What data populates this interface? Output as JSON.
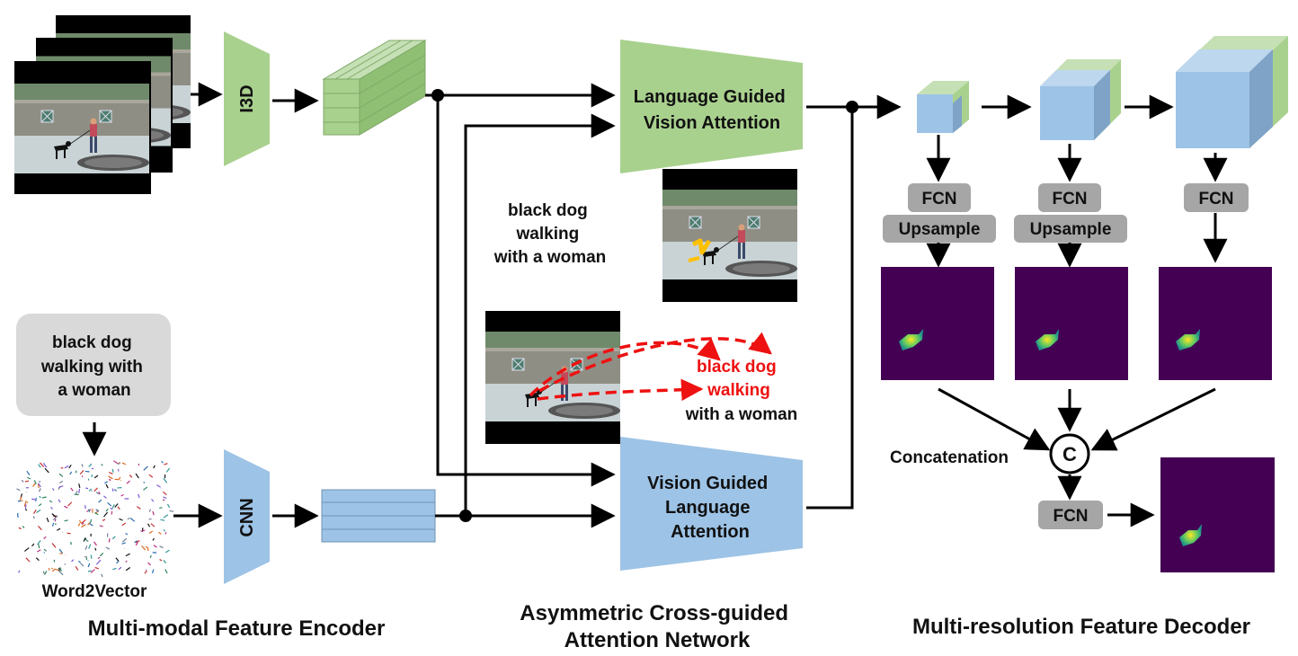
{
  "encoder": {
    "i3d_label": "I3D",
    "cnn_label": "CNN",
    "query_text": [
      "black dog",
      "walking with",
      "a woman"
    ],
    "word2vec_label": "Word2Vector",
    "section_title": "Multi-modal Feature Encoder"
  },
  "attention": {
    "lgva_label": [
      "Language Guided",
      "Vision Attention"
    ],
    "vgla_label": [
      "Vision Guided",
      "Language",
      "Attention"
    ],
    "example_text": [
      "black dog",
      "walking",
      "with a woman"
    ],
    "red_text": [
      "black dog",
      "walking"
    ],
    "black_text": "with a woman",
    "section_title": [
      "Asymmetric Cross-guided",
      "Attention Network"
    ]
  },
  "decoder": {
    "fcn_label": "FCN",
    "upsample_label": "Upsample",
    "concat_label": "Concatenation",
    "concat_symbol": "C",
    "section_title": "Multi-resolution Feature Decoder"
  },
  "colors": {
    "green": "#a9d18e",
    "blue": "#9dc3e6",
    "gray_box": "#a6a6a6",
    "query_box": "#d9d9d9",
    "heatmap_bg": "#440154",
    "red": "#ee1111"
  }
}
